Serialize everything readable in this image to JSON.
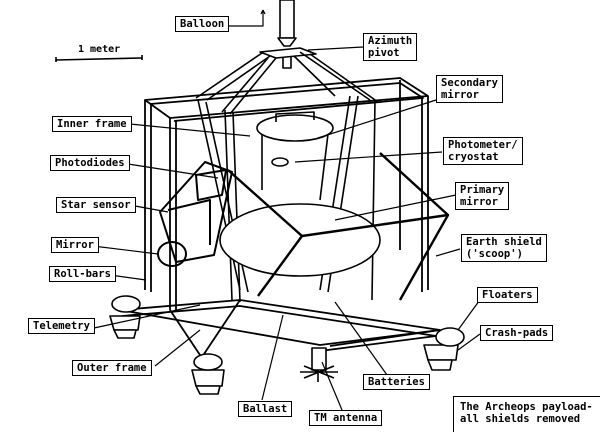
{
  "title": "The Archeops payload - all shields removed",
  "scale_bar": "1 meter",
  "labels": {
    "balloon": "Balloon",
    "azimuth_pivot": [
      "Azimuth",
      "pivot"
    ],
    "secondary_mirror": [
      "Secondary",
      "mirror"
    ],
    "inner_frame": "Inner frame",
    "photometer": [
      "Photometer/",
      "cryostat"
    ],
    "photodiodes": "Photodiodes",
    "star_sensor": "Star sensor",
    "primary_mirror": [
      "Primary",
      "mirror"
    ],
    "mirror": "Mirror",
    "earth_shield": [
      "Earth shield",
      "('scoop')"
    ],
    "roll_bars": "Roll-bars",
    "floaters": "Floaters",
    "telemetry": "Telemetry",
    "crash_pads": "Crash-pads",
    "outer_frame": "Outer frame",
    "batteries": "Batteries",
    "ballast": "Ballast",
    "tm_antenna": "TM antenna"
  },
  "caption": [
    "The Archeops payload-",
    "all shields removed"
  ]
}
